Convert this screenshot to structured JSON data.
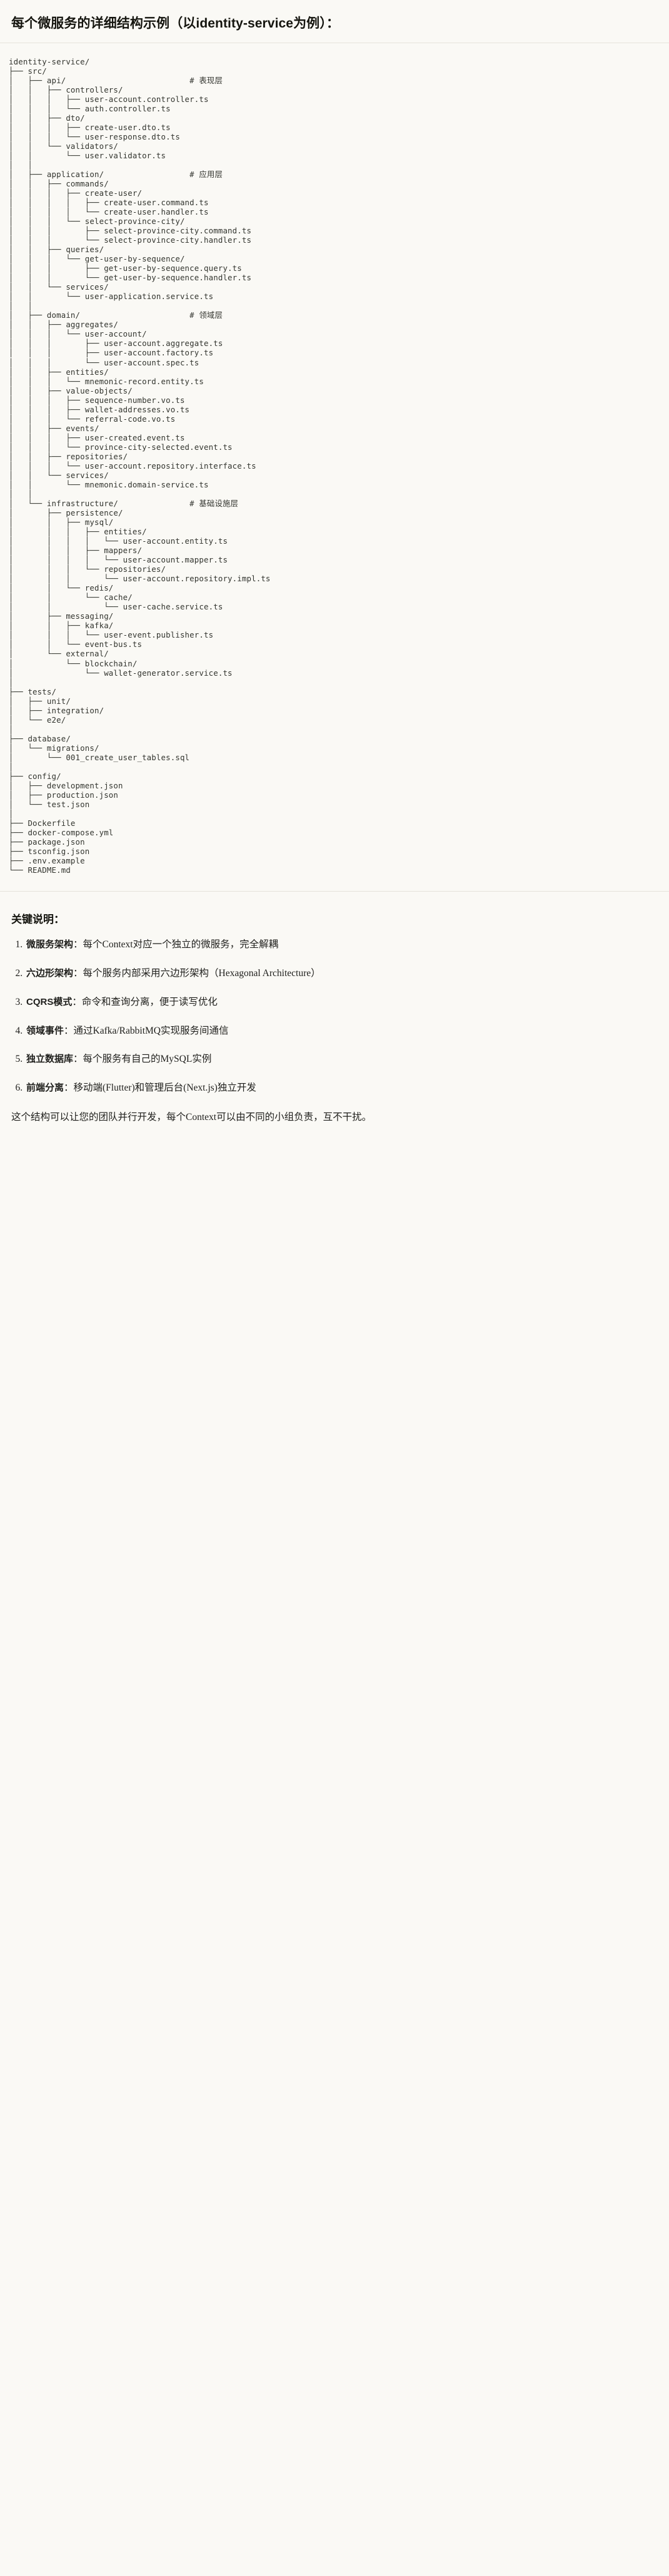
{
  "header": {
    "title": "每个微服务的详细结构示例（以identity-service为例）："
  },
  "tree": {
    "text": "identity-service/\n├── src/\n│   ├── api/                          # 表现层\n│   │   ├── controllers/\n│   │   │   ├── user-account.controller.ts\n│   │   │   └── auth.controller.ts\n│   │   ├── dto/\n│   │   │   ├── create-user.dto.ts\n│   │   │   └── user-response.dto.ts\n│   │   └── validators/\n│   │       └── user.validator.ts\n│   │\n│   ├── application/                  # 应用层\n│   │   ├── commands/\n│   │   │   ├── create-user/\n│   │   │   │   ├── create-user.command.ts\n│   │   │   │   └── create-user.handler.ts\n│   │   │   └── select-province-city/\n│   │   │       ├── select-province-city.command.ts\n│   │   │       └── select-province-city.handler.ts\n│   │   ├── queries/\n│   │   │   └── get-user-by-sequence/\n│   │   │       ├── get-user-by-sequence.query.ts\n│   │   │       └── get-user-by-sequence.handler.ts\n│   │   └── services/\n│   │       └── user-application.service.ts\n│   │\n│   ├── domain/                       # 领域层\n│   │   ├── aggregates/\n│   │   │   └── user-account/\n│   │   │       ├── user-account.aggregate.ts\n│   │   │       ├── user-account.factory.ts\n│   │   │       └── user-account.spec.ts\n│   │   ├── entities/\n│   │   │   └── mnemonic-record.entity.ts\n│   │   ├── value-objects/\n│   │   │   ├── sequence-number.vo.ts\n│   │   │   ├── wallet-addresses.vo.ts\n│   │   │   └── referral-code.vo.ts\n│   │   ├── events/\n│   │   │   ├── user-created.event.ts\n│   │   │   └── province-city-selected.event.ts\n│   │   ├── repositories/\n│   │   │   └── user-account.repository.interface.ts\n│   │   └── services/\n│   │       └── mnemonic.domain-service.ts\n│   │\n│   └── infrastructure/               # 基础设施层\n│       ├── persistence/\n│       │   ├── mysql/\n│       │   │   ├── entities/\n│       │   │   │   └── user-account.entity.ts\n│       │   │   ├── mappers/\n│       │   │   │   └── user-account.mapper.ts\n│       │   │   └── repositories/\n│       │   │       └── user-account.repository.impl.ts\n│       │   └── redis/\n│       │       └── cache/\n│       │           └── user-cache.service.ts\n│       ├── messaging/\n│       │   ├── kafka/\n│       │   │   └── user-event.publisher.ts\n│       │   └── event-bus.ts\n│       └── external/\n│           └── blockchain/\n│               └── wallet-generator.service.ts\n│\n├── tests/\n│   ├── unit/\n│   ├── integration/\n│   └── e2e/\n│\n├── database/\n│   └── migrations/\n│       └── 001_create_user_tables.sql\n│\n├── config/\n│   ├── development.json\n│   ├── production.json\n│   └── test.json\n│\n├── Dockerfile\n├── docker-compose.yml\n├── package.json\n├── tsconfig.json\n├── .env.example\n└── README.md"
  },
  "notes": {
    "title": "关键说明：",
    "items": [
      {
        "bold": "微服务架构",
        "rest": "：每个Context对应一个独立的微服务，完全解耦"
      },
      {
        "bold": "六边形架构",
        "rest": "：每个服务内部采用六边形架构（Hexagonal Architecture）"
      },
      {
        "bold": "CQRS模式",
        "rest": "：命令和查询分离，便于读写优化"
      },
      {
        "bold": "领域事件",
        "rest": "：通过Kafka/RabbitMQ实现服务间通信"
      },
      {
        "bold": "独立数据库",
        "rest": "：每个服务有自己的MySQL实例"
      },
      {
        "bold": "前端分离",
        "rest": "：移动端(Flutter)和管理后台(Next.js)独立开发"
      }
    ],
    "closing": "这个结构可以让您的团队并行开发，每个Context可以由不同的小组负责，互不干扰。"
  },
  "colors": {
    "background": "#faf9f5",
    "text": "#1f1f1c",
    "tree_text": "#33352f",
    "rule": "#e6e3db"
  }
}
